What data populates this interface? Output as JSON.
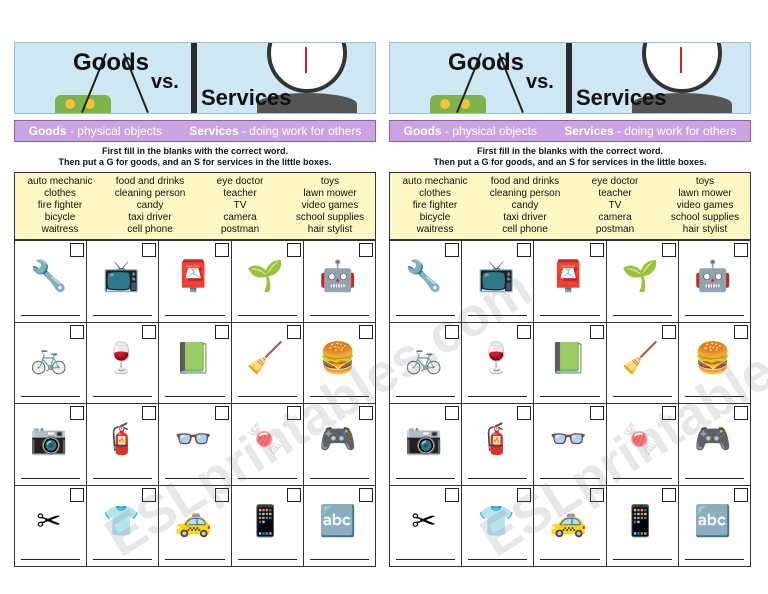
{
  "sheets": [
    {
      "banner": {
        "goods": "Goods",
        "vs": "vs.",
        "services": "Services"
      },
      "definitions": {
        "goods_label": "Goods",
        "goods_text": "- physical objects",
        "services_label": "Services",
        "services_text": "- doing work for others"
      },
      "instructions": [
        "First fill in the blanks with the correct word.",
        "Then put a G for goods, and an S for services in the little boxes."
      ],
      "word_bank": [
        [
          "auto mechanic",
          "clothes",
          "fire fighter",
          "bicycle",
          "waitress"
        ],
        [
          "food and drinks",
          "cleaning person",
          "candy",
          "taxi driver",
          "cell phone"
        ],
        [
          "eye doctor",
          "teacher",
          "TV",
          "camera",
          "postman"
        ],
        [
          "toys",
          "lawn mower",
          "video games",
          "school supplies",
          "hair stylist"
        ]
      ],
      "watermark": "ESLprintables.com"
    },
    {
      "banner": {
        "goods": "Goods",
        "vs": "vs.",
        "services": "Services"
      },
      "definitions": {
        "goods_label": "Goods",
        "goods_text": "- physical objects",
        "services_label": "Services",
        "services_text": "- doing work for others"
      },
      "instructions": [
        "First fill in the blanks with the correct word.",
        "Then put a G for goods, and an S for services in the little boxes."
      ],
      "word_bank": [
        [
          "auto mechanic",
          "clothes",
          "fire fighter",
          "bicycle",
          "waitress"
        ],
        [
          "food and drinks",
          "cleaning person",
          "candy",
          "taxi driver",
          "cell phone"
        ],
        [
          "eye doctor",
          "teacher",
          "TV",
          "camera",
          "postman"
        ],
        [
          "toys",
          "lawn mower",
          "video games",
          "school supplies",
          "hair stylist"
        ]
      ],
      "watermark": "ESLprintables.com"
    }
  ],
  "pictures": [
    "mechanic-car-icon",
    "tv-icon",
    "postman-icon",
    "lawn-mower-icon",
    "toys-icon",
    "bicycle-icon",
    "waitress-icon",
    "school-supplies-icon",
    "cleaning-person-icon",
    "food-drinks-icon",
    "camera-icon",
    "fire-fighter-icon",
    "eye-doctor-icon",
    "candy-icon",
    "video-games-icon",
    "hair-stylist-icon",
    "clothes-icon",
    "taxi-driver-icon",
    "cell-phone-icon",
    "teacher-icon"
  ],
  "picture_glyphs": [
    "🔧",
    "📺",
    "📮",
    "🌱",
    "🤖",
    "🚲",
    "🍷",
    "📗",
    "🧹",
    "🍔",
    "📷",
    "🧯",
    "👓",
    "🍬",
    "🎮",
    "✂",
    "👕",
    "🚕",
    "📱",
    "🔤"
  ],
  "colors": {
    "banner_bg": "#cfe6f3",
    "definition_bar": "#c9a4e0",
    "word_bank_bg": "#fdf7c3"
  }
}
